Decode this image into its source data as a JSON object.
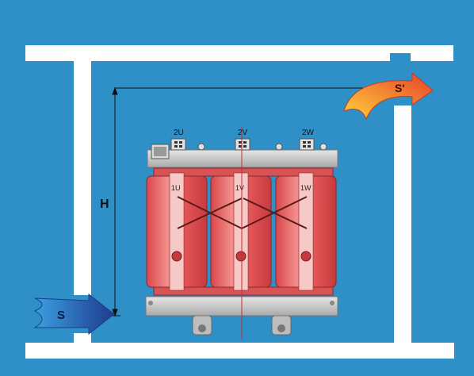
{
  "labels": {
    "phase_u": "2U",
    "phase_v": "2V",
    "phase_w": "2W",
    "coil_u": "1U",
    "coil_v": "1V",
    "coil_w": "1W",
    "height": "H",
    "air_in": "S",
    "air_out": "S'"
  },
  "colors": {
    "background": "#2f8fc7",
    "wall": "#ffffff",
    "coil": "#e8585a",
    "coil_light": "#f7b0ad",
    "frame": "#c9c9c9",
    "inlet_arrow": "#2c55a8",
    "outlet_arrow": "#f2a02a"
  }
}
